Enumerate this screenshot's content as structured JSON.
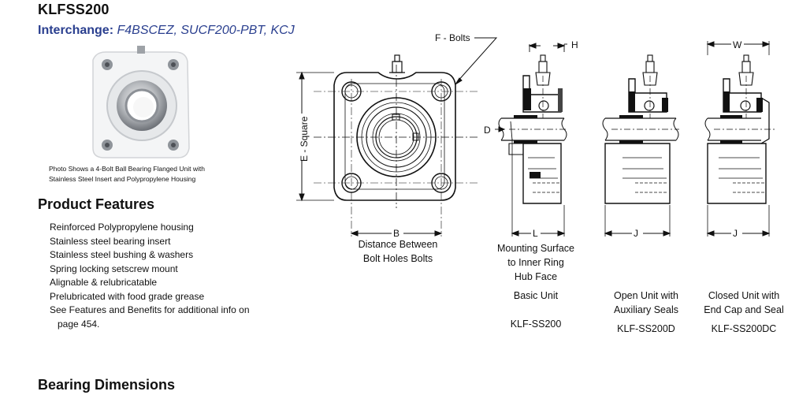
{
  "product": {
    "title": "KLFSS200",
    "interchange_label": "Interchange:",
    "interchange_values": "F4BSCEZ, SUCF200-PBT, KCJ"
  },
  "photo_caption": {
    "line1": "Photo Shows a 4-Bolt Ball Bearing Flanged Unit with",
    "line2": "Stainless Steel Insert and Polypropylene Housing"
  },
  "features": {
    "heading": "Product Features",
    "items": [
      "Reinforced Polypropylene housing",
      "Stainless steel bearing insert",
      "Stainless steel bushing & washers",
      "Spring locking setscrew mount",
      "Alignable & relubricatable",
      "Prelubricated with food grade grease",
      "See Features and Benefits for additional info on",
      "page 454."
    ]
  },
  "bearing_dimensions_heading": "Bearing Dimensions",
  "diagram": {
    "label_f": "F - Bolts",
    "label_e": "E - Square",
    "label_b": "B",
    "caption_b_line1": "Distance Between",
    "caption_b_line2": "Bolt Holes Bolts",
    "label_h": "H",
    "label_w": "W",
    "label_d": "D",
    "label_l": "L",
    "label_j1": "J",
    "label_j2": "J"
  },
  "units": {
    "mounting_line1": "Mounting Surface",
    "mounting_line2": "to Inner Ring",
    "mounting_line3": "Hub Face",
    "basic_name": "Basic Unit",
    "basic_part": "KLF-SS200",
    "open_line1": "Open Unit with",
    "open_line2": "Auxiliary Seals",
    "open_part": "KLF-SS200D",
    "closed_line1": "Closed Unit with",
    "closed_line2": "End Cap and Seal",
    "closed_part": "KLF-SS200DC"
  }
}
